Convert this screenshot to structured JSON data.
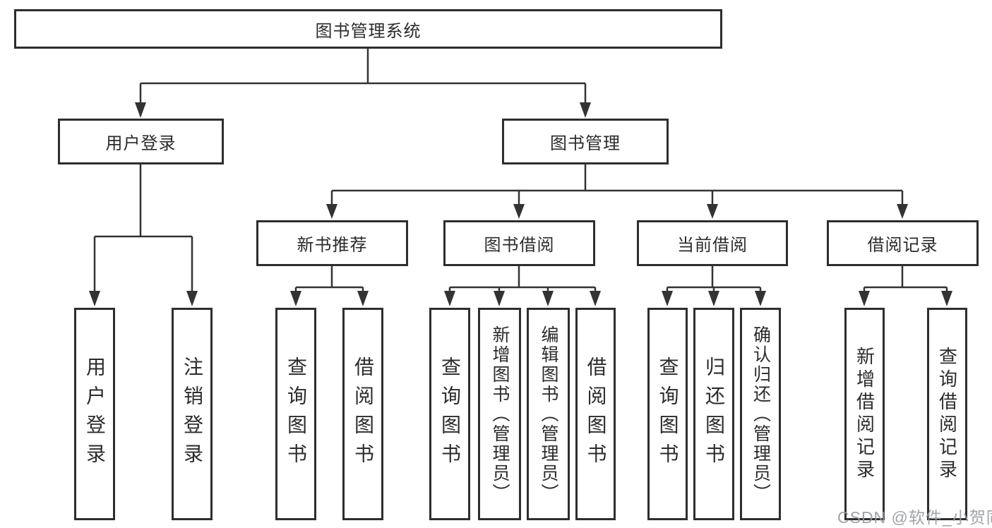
{
  "diagram": {
    "type": "hierarchy-tree",
    "orientation": "top-down"
  },
  "colors": {
    "background": "#ffffff",
    "box_border": "#2e2e2e",
    "connector_line": "#333333",
    "text": "#2b2b2b",
    "watermark_text": "#96999d"
  },
  "tree": {
    "label": "图书管理系统",
    "children": [
      {
        "label": "用户登录",
        "children": [
          {
            "label": "用户登录"
          },
          {
            "label": "注销登录"
          }
        ]
      },
      {
        "label": "图书管理",
        "children": [
          {
            "label": "新书推荐",
            "children": [
              {
                "label": "查询图书"
              },
              {
                "label": "借阅图书"
              }
            ]
          },
          {
            "label": "图书借阅",
            "children": [
              {
                "label": "查询图书"
              },
              {
                "label": "新增图书（管理员）"
              },
              {
                "label": "编辑图书（管理员）"
              },
              {
                "label": "借阅图书"
              }
            ]
          },
          {
            "label": "当前借阅",
            "children": [
              {
                "label": "查询图书"
              },
              {
                "label": "归还图书"
              },
              {
                "label": "确认归还（管理员）"
              }
            ]
          },
          {
            "label": "借阅记录",
            "children": [
              {
                "label": "新增借阅记录"
              },
              {
                "label": "查询借阅记录"
              }
            ]
          }
        ]
      }
    ]
  },
  "watermark": {
    "text": "CSDN @软件_小贺同学"
  }
}
